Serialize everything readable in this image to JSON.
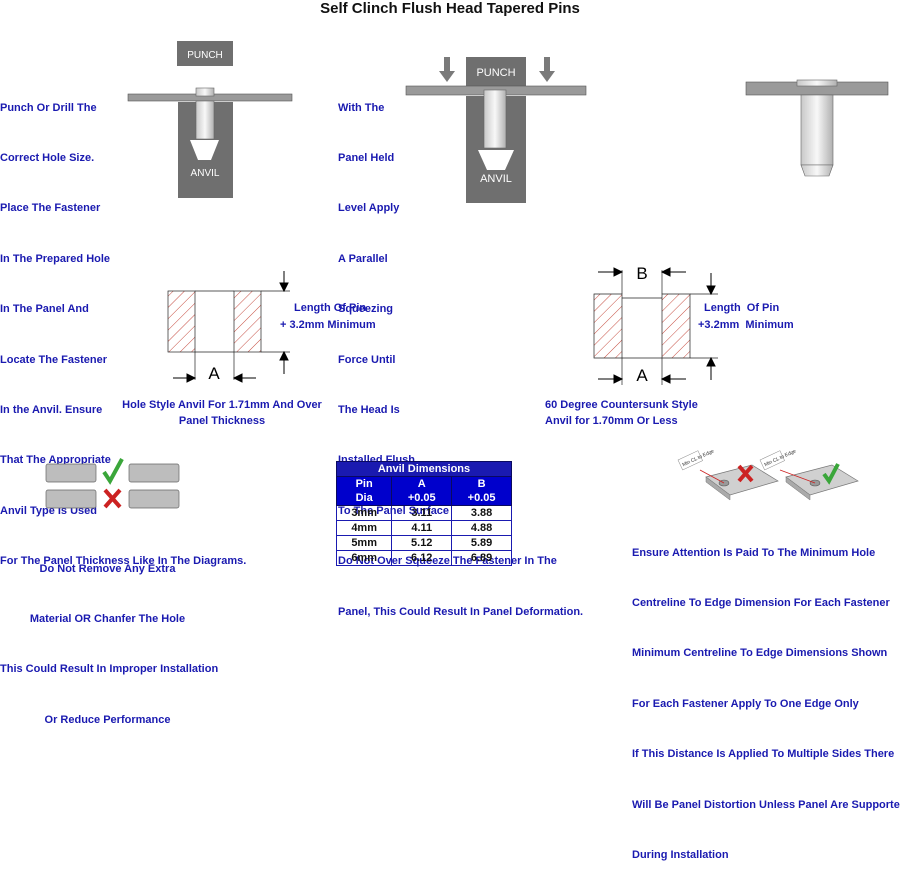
{
  "title": "Self Clinch Flush Head Tapered Pins",
  "step1_lines": [
    "Punch Or Drill The",
    "Correct Hole Size.",
    "Place The Fastener",
    "In The Prepared Hole",
    "In The Panel And",
    "Locate The Fastener",
    "In the Anvil. Ensure",
    "That The Appropriate",
    "Anvil Type Is Used",
    "For The Panel Thickness Like In The Diagrams."
  ],
  "step2_lines": [
    "With The",
    "Panel Held",
    "Level Apply",
    "A Parallel",
    "Squeezing",
    "Force Until",
    "The Head Is",
    "Installed Flush",
    "To The Panel Surface",
    "Do Not Over Squeeze The Fastener In The",
    "Panel, This Could Result In Panel Deformation."
  ],
  "labels": {
    "punch": "PUNCH",
    "anvil": "ANVIL",
    "a": "A",
    "b": "B"
  },
  "anvil1": {
    "length_line1": "Length Of Pin",
    "length_line2": "+ 3.2mm Minimum",
    "caption_line1": "Hole Style Anvil For 1.71mm And Over",
    "caption_line2": "Panel Thickness"
  },
  "anvil2": {
    "length_line1": "Length  Of Pin",
    "length_line2": "+3.2mm  Minimum",
    "caption_line1": "60 Degree Countersunk Style",
    "caption_line2": "Anvil for 1.70mm Or Less"
  },
  "warning_lines": [
    "Do Not Remove Any Extra",
    "Material OR Chanfer The Hole",
    "This Could Result In Improper Installation",
    "Or Reduce Performance"
  ],
  "edge_lines": [
    "Ensure Attention Is Paid To The Minimum Hole",
    "Centreline To Edge Dimension For Each Fastener",
    "Minimum Centreline To Edge Dimensions Shown",
    "For Each Fastener Apply To One Edge Only",
    "If This Distance Is Applied To Multiple Sides There",
    "Will Be Panel Distortion Unless Panel Are Supported",
    "During Installation"
  ],
  "edge_tag": "Min CL to Edge",
  "table": {
    "title": "Anvil Dimensions",
    "headers": [
      [
        "Pin",
        "Dia"
      ],
      [
        "A",
        "+0.05"
      ],
      [
        "B",
        "+0.05"
      ]
    ],
    "rows": [
      [
        "3mm",
        "3.11",
        "3.88"
      ],
      [
        "4mm",
        "4.11",
        "4.88"
      ],
      [
        "5mm",
        "5.12",
        "5.89"
      ],
      [
        "6mm",
        "6.12",
        "6.89"
      ]
    ]
  },
  "colors": {
    "text_blue": "#1a1ab0",
    "table_blue": "#1a1ab0",
    "check_green": "#3aa63a",
    "cross_red": "#cc2222",
    "hatch_red": "#c0392b"
  }
}
